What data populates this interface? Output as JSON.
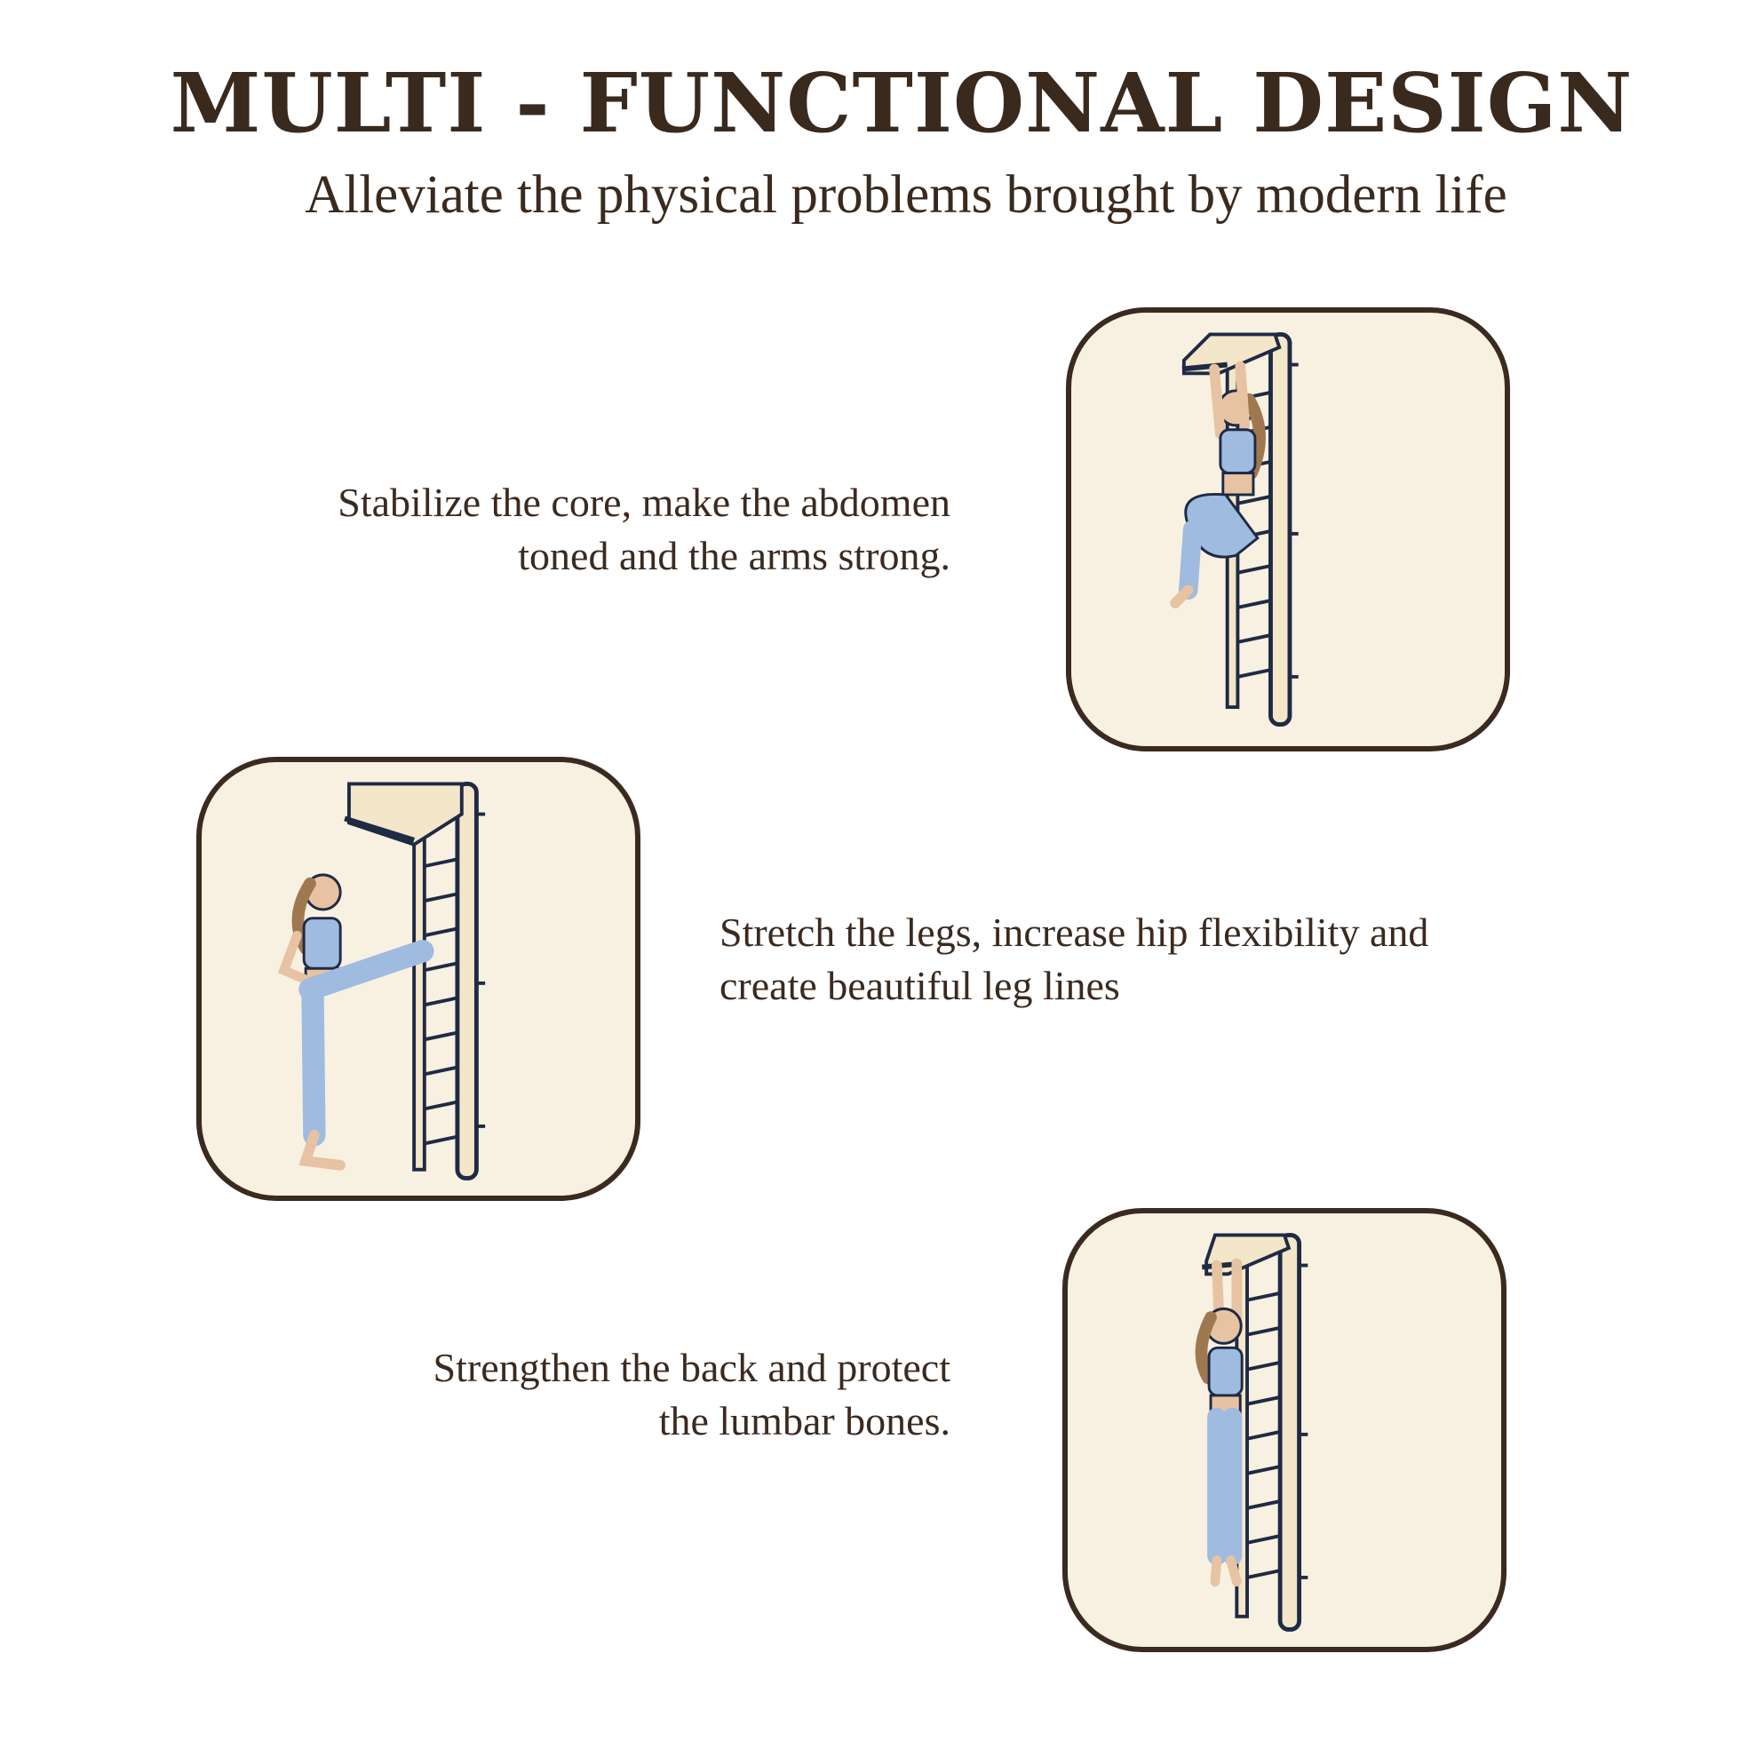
{
  "header": {
    "title": "MULTI - FUNCTIONAL DESIGN",
    "subtitle": "Alleviate the physical problems brought by modern life"
  },
  "features": [
    {
      "lines": [
        "Stabilize the core, make the abdomen",
        "toned and the arms strong."
      ]
    },
    {
      "lines": [
        "Stretch the legs, increase hip flexibility and",
        "create beautiful leg lines"
      ]
    },
    {
      "lines": [
        "Strengthen the back and protect",
        "the lumbar bones."
      ]
    }
  ],
  "colors": {
    "title": "#3a2a1e",
    "card_bg": "#f8f1e1",
    "card_border": "#3a2a1f",
    "outfit": "#9fbbe0",
    "line": "#1f2a44"
  }
}
